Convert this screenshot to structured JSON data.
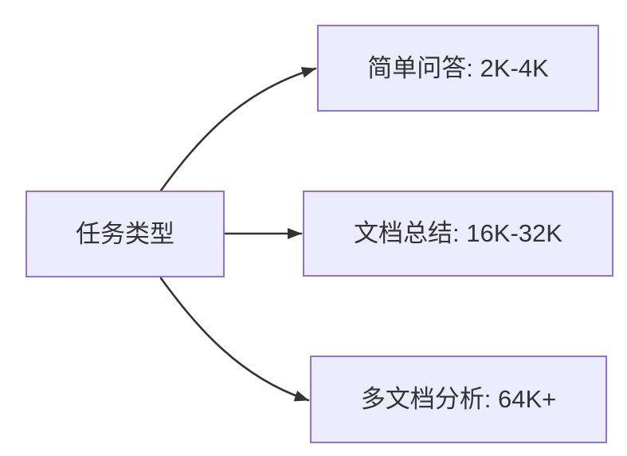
{
  "diagram": {
    "type": "flowchart-left-to-right",
    "background_color": "#ffffff",
    "node_fill_color": "#ECECFF",
    "node_border_color": "#9370DB",
    "edge_color": "#333333",
    "text_color": "#333333",
    "root_node": {
      "label": "任务类型"
    },
    "branch_nodes": [
      {
        "label": "简单问答: 2K-4K"
      },
      {
        "label": "文档总结: 16K-32K"
      },
      {
        "label": "多文档分析: 64K+"
      }
    ]
  }
}
